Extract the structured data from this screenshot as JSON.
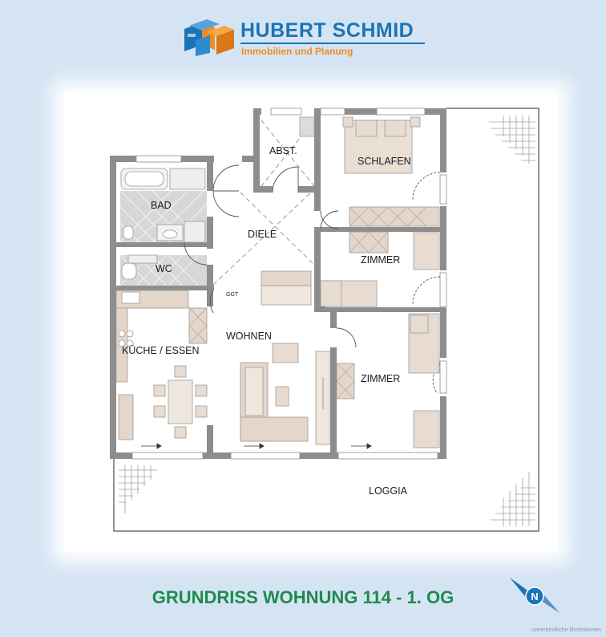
{
  "brand": {
    "name": "HUBERT SCHMID",
    "subtitle": "Immobilien und Planung",
    "colors": {
      "blue": "#1a74b8",
      "orange": "#f08c1e"
    }
  },
  "rooms": {
    "abstell": "ABST.",
    "schlafen": "SCHLAFEN",
    "bad": "BAD",
    "diele": "DIELE",
    "wc": "WC",
    "zimmer_1": "ZIMMER",
    "ggt": "GGT",
    "wohnen": "WOHNEN",
    "kueche": "KÜCHE / ESSEN",
    "zimmer_2": "ZIMMER",
    "loggia": "LOGGIA"
  },
  "title": "GRUNDRISS WOHNUNG 114 - 1. OG",
  "compass_label": "N",
  "disclaimer": "unverbindliche Illustrationen",
  "colors": {
    "title": "#1f8a4c",
    "background": "#d5e4f3",
    "walls": "#8d8d8d",
    "furniture": "#e8dcd2"
  }
}
